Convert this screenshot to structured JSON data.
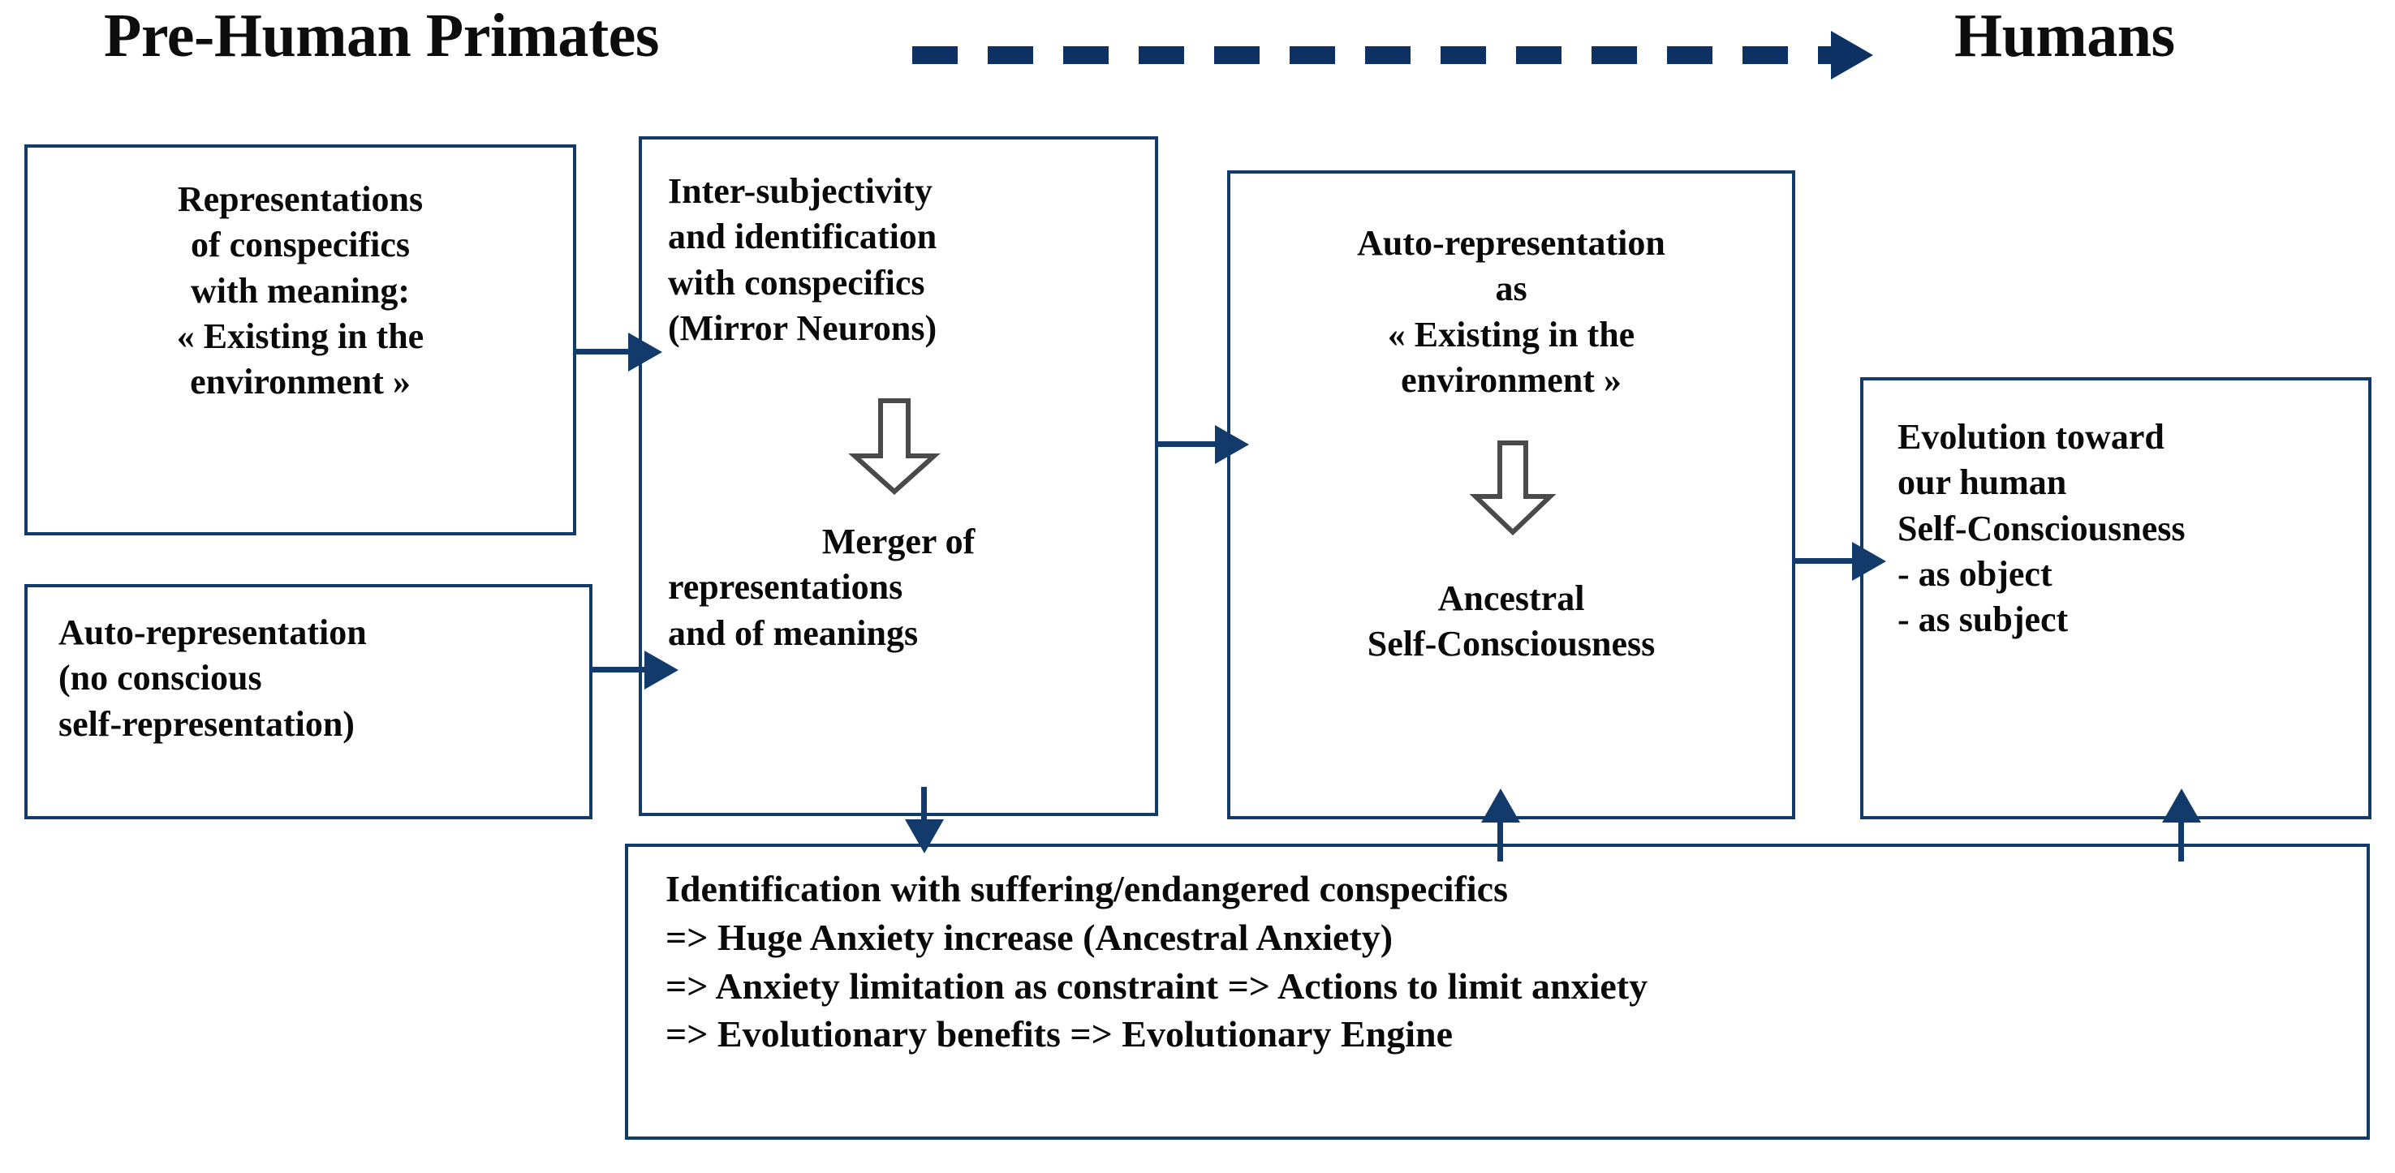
{
  "header": {
    "left_title": "Pre-Human Primates",
    "right_title": "Humans",
    "connector_icon": "dashed-arrow-right-icon",
    "accent_color": "#0d3162"
  },
  "theme": {
    "box_border_color": "#123a6b",
    "text_color": "#0a0a0a",
    "background": "#ffffff"
  },
  "boxes": {
    "representations": {
      "line1": "Representations",
      "line2": "of conspecifics",
      "line3": "with  meaning:",
      "line4": "« Existing in the",
      "line5": "environment »"
    },
    "auto_representation_left": {
      "line1": "Auto-representation",
      "line2": "(no conscious",
      "line3": "self-representation)"
    },
    "intersubjectivity": {
      "top_line1": "Inter-subjectivity",
      "top_line2": "and identification",
      "top_line3": "with  conspecifics",
      "top_line4": "(Mirror  Neurons)",
      "inner_arrow_icon": "hollow-down-arrow-icon",
      "bottom_line1": "Merger of",
      "bottom_line2": "representations",
      "bottom_line3": "and of meanings"
    },
    "auto_representation_env": {
      "top_line1": "Auto-representation",
      "top_line2": "as",
      "top_line3": "« Existing in the",
      "top_line4": "environment »",
      "inner_arrow_icon": "hollow-down-arrow-icon",
      "bottom_line1": "Ancestral",
      "bottom_line2": "Self-Consciousness"
    },
    "evolution": {
      "line1": "Evolution  toward",
      "line2": "our  human",
      "line3": "Self-Consciousness",
      "line4": " - as object",
      "line5": " - as subject"
    },
    "identification": {
      "line1": "Identification  with  suffering/endangered  conspecifics",
      "line2": " => Huge Anxiety increase  (Ancestral Anxiety)",
      "line3": " => Anxiety limitation  as constraint => Actions to limit  anxiety",
      "line4": " => Evolutionary  benefits  =>  Evolutionary  Engine"
    }
  },
  "connectors": [
    {
      "name": "representations-to-intersubjectivity",
      "icon": "arrow-right-icon"
    },
    {
      "name": "autorepresentation-to-intersubjectivity",
      "icon": "arrow-right-icon"
    },
    {
      "name": "intersubjectivity-to-autorepresentation-env",
      "icon": "arrow-right-icon"
    },
    {
      "name": "autorepresentation-env-to-evolution",
      "icon": "arrow-right-icon"
    },
    {
      "name": "intersubjectivity-to-identification",
      "icon": "arrow-down-icon"
    },
    {
      "name": "identification-to-autorepresentation-env",
      "icon": "arrow-up-icon"
    },
    {
      "name": "identification-to-evolution",
      "icon": "arrow-up-icon"
    }
  ]
}
